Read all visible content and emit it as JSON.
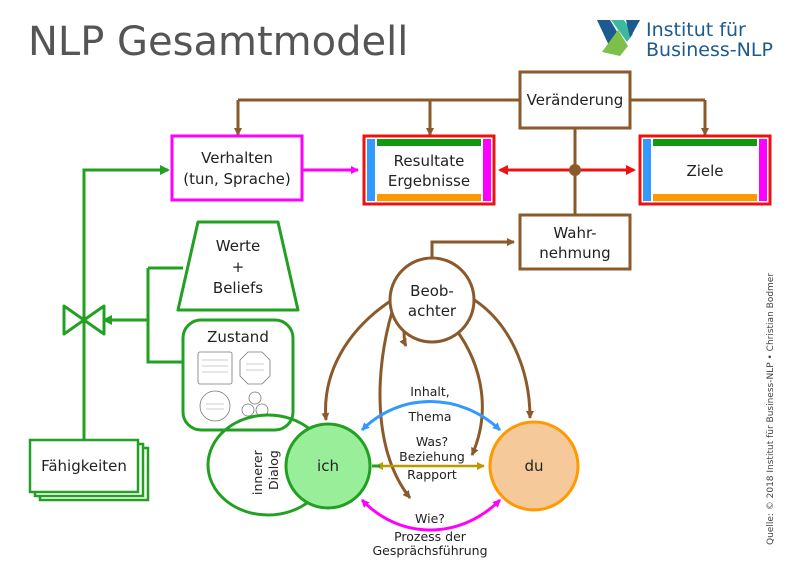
{
  "title": "NLP Gesamtmodell",
  "logo": {
    "line1": "Institut für",
    "line2": "Business-NLP"
  },
  "credit": "Quelle: © 2018 Institut für Business-NLP • Christian Bodmer",
  "nodes": {
    "veraenderung": "Veränderung",
    "verhalten": [
      "Verhalten",
      "(tun, Sprache)"
    ],
    "resultate": [
      "Resultate",
      "Ergebnisse"
    ],
    "ziele": "Ziele",
    "wahrnehmung": [
      "Wahr-",
      "nehmung"
    ],
    "werte": [
      "Werte",
      "+",
      "Beliefs"
    ],
    "zustand": "Zustand",
    "faehigkeiten": "Fähigkeiten",
    "beobachter": [
      "Beob-",
      "achter"
    ],
    "innerer_dialog": [
      "innerer",
      "Dialog"
    ],
    "ich": "ich",
    "du": "du"
  },
  "relations": {
    "inhalt": [
      "Inhalt,",
      "Thema"
    ],
    "beziehung": [
      "Was?",
      "Beziehung",
      "Rapport"
    ],
    "prozess": [
      "Wie?",
      "Prozess der",
      "Gesprächsführung"
    ]
  },
  "colors": {
    "brown": "#8b5a2b",
    "green": "#22a022",
    "magenta": "#ff00ff",
    "red": "#ee1111",
    "blue": "#3399ff",
    "orange": "#ff9900",
    "ich_fill": "#99ee99",
    "du_fill": "#f5c99a",
    "gold": "#bb9900"
  }
}
